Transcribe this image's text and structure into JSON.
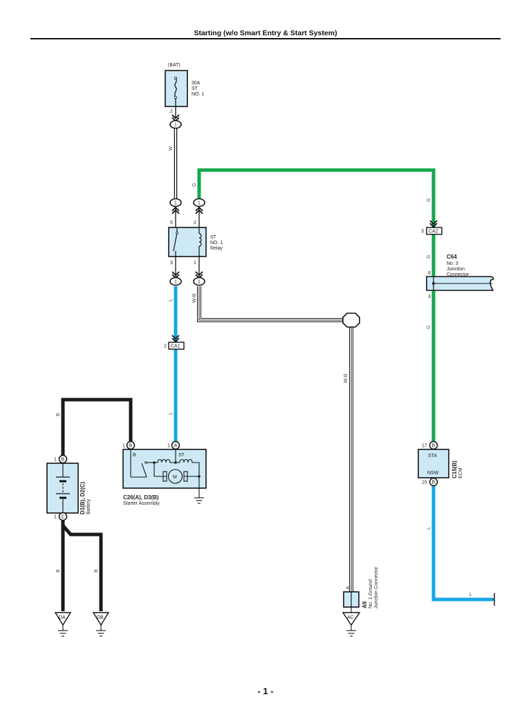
{
  "page": {
    "title": "Starting (w/o Smart Entry & Start System)",
    "page_number": "- 1 -"
  },
  "colors": {
    "wire_green": "#13a84a",
    "wire_blue": "#15a6e6",
    "wire_black": "#1a1a1a",
    "component_fill": "#cde9f6"
  },
  "components": {
    "fuse": {
      "source": "(BAT)",
      "rating": "30A",
      "name1": "ST",
      "name2": "NO. 1",
      "pin": "2"
    },
    "relay": {
      "name1": "ST",
      "name2": "NO. 1",
      "name3": "Relay",
      "pin_5": "5",
      "pin_2": "2",
      "pin_3": "3",
      "pin_1": "1"
    },
    "connector_ca1": {
      "label": "CA1",
      "pin": "2"
    },
    "connector_ca2": {
      "label": "CA2",
      "pin": "3"
    },
    "junction_c64": {
      "code": "C64",
      "name1": "No.  3",
      "name2": "Junction",
      "name3": "Connector",
      "pin_top": "6",
      "pin_bottom": "3"
    },
    "starter": {
      "code": "C26(A), D3(B)",
      "name": "Starter Assembly",
      "pin_b_num": "1",
      "pin_b": "B",
      "pin_a_num": "1",
      "pin_a": "A",
      "term_b": "B",
      "term_st": "ST",
      "motor": "M"
    },
    "battery": {
      "code": "D1(B), D2(C)",
      "name": "Battery",
      "pin_top_num": "1",
      "pin_top": "B",
      "pin_bot_num": "1",
      "pin_bot": "C"
    },
    "ecm": {
      "code": "C15(B)",
      "name": "ECM",
      "pin_sta_num": "17",
      "pin_sta_conn": "B",
      "term_sta": "STA",
      "pin_nsw_num": "15",
      "pin_nsw_conn": "B",
      "term_nsw": "NSW"
    },
    "ground_junction": {
      "code": "A9",
      "name1": "No. 1 Ground",
      "name2": "Junction Connector",
      "pin": "8"
    },
    "grounds": {
      "da": "DA",
      "db": "DB",
      "ac": "AC"
    },
    "inline_connectors": {
      "label": "1"
    }
  },
  "wires": {
    "fuse_to_relay": "W",
    "relay_coil_feed": "G",
    "green_right_top": "G",
    "green_mid": "G",
    "green_lower": "G",
    "relay_to_starter": "L",
    "relay_to_starter_lower": "L",
    "relay_to_ground": "W-B",
    "ground_vertical": "W-B",
    "battery_to_starter": "B",
    "battery_ground_da": "B",
    "battery_ground_db": "B",
    "ecm_nsw": "L",
    "ecm_nsw_bottom": "L"
  }
}
